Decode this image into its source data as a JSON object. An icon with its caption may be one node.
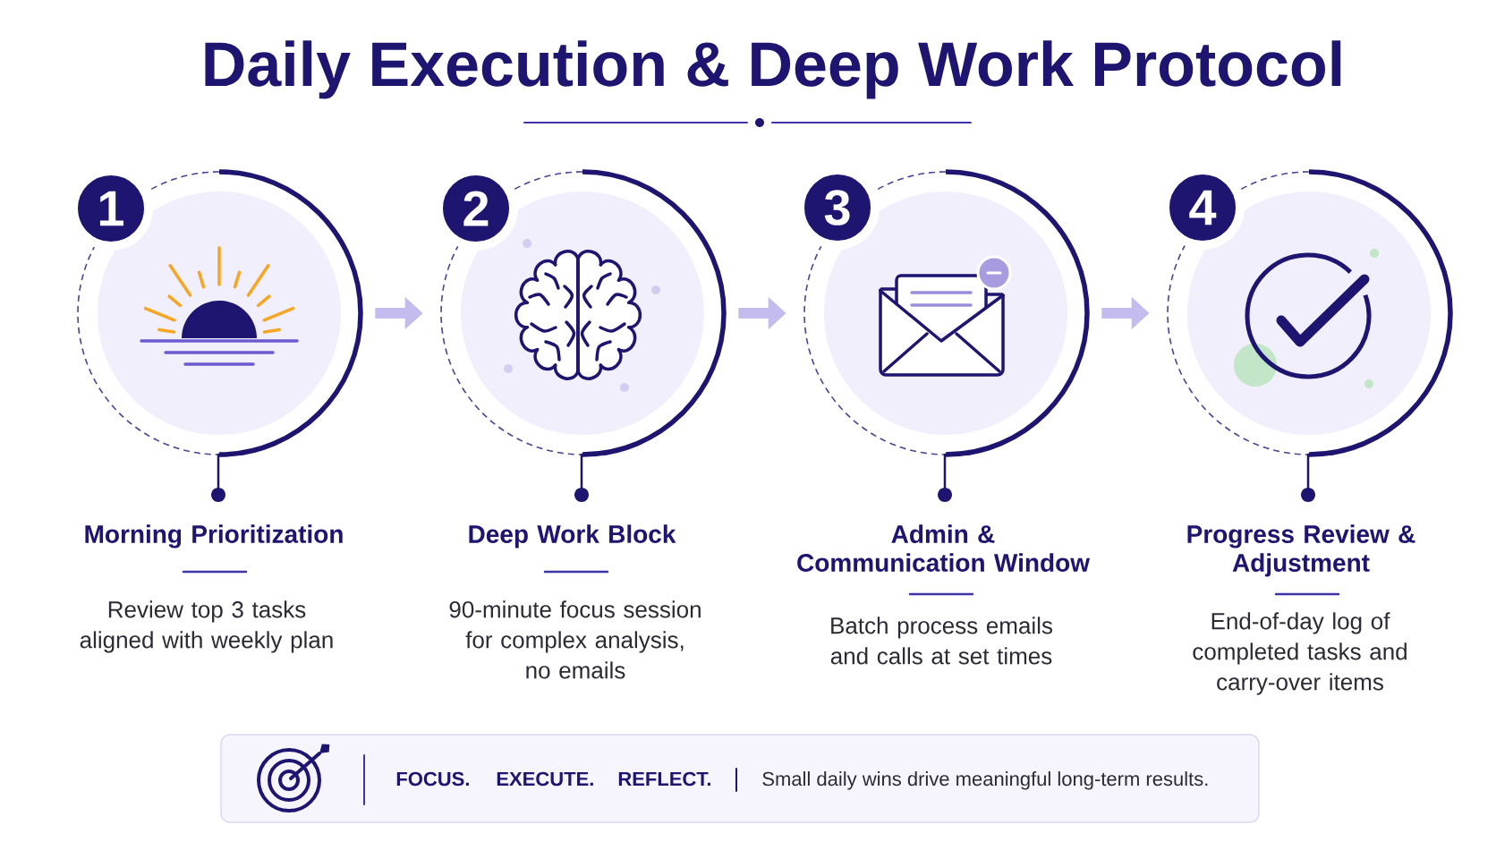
{
  "diagram": {
    "title": "Daily Execution & Deep Work Protocol",
    "nodes": [
      {
        "text": [
          "1"
        ]
      },
      {
        "text": [],
        "shape": "circle",
        "beside": [
          "Morning Prioritization",
          "Review top 3 tasks aligned with weekly plan"
        ]
      },
      {
        "text": [
          "2"
        ]
      },
      {
        "text": [],
        "shape": "circle",
        "beside": [
          "Deep Work Block",
          "90-minute focus session for complex analysis, no emails"
        ]
      },
      {
        "text": [
          "3"
        ]
      },
      {
        "text": [],
        "shape": "circle",
        "beside": [
          "Admin & Communication Window",
          "Batch process emails and calls at set times"
        ]
      },
      {
        "text": [
          "4"
        ]
      },
      {
        "text": [],
        "shape": "circle",
        "beside": [
          "Progress Review & Adjustment",
          "End-of-day log of completed tasks and carry-over items"
        ]
      },
      {
        "text": [
          "FOCUS.",
          "EXECUTE.",
          "REFLECT.",
          "Small daily wins drive meaningful long-term results."
        ]
      }
    ],
    "edges": [
      {
        "from": 1,
        "to": 3,
        "arrow": "to"
      },
      {
        "from": 3,
        "to": 5,
        "arrow": "to"
      },
      {
        "from": 5,
        "to": 7,
        "arrow": "to"
      }
    ]
  }
}
